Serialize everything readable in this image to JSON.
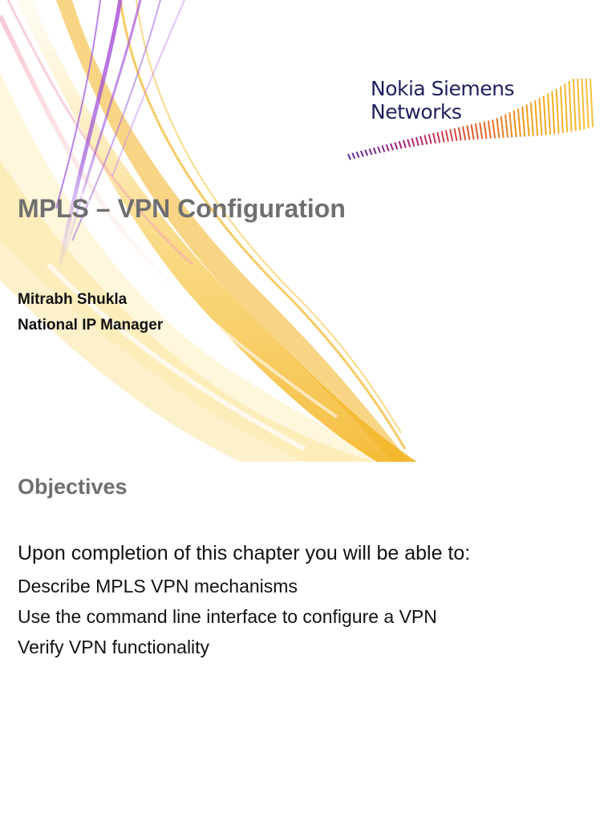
{
  "title_slide": {
    "logo": {
      "line1": "Nokia Siemens",
      "line2": "Networks"
    },
    "title": "MPLS – VPN Configuration",
    "presenter_name": "Mitrabh Shukla",
    "presenter_role": "National IP Manager"
  },
  "objectives_slide": {
    "heading": "Objectives",
    "intro": "Upon completion of this chapter you will be able to:",
    "items": [
      "Describe MPLS VPN mechanisms",
      "Use the command line interface to configure a VPN",
      "Verify VPN functionality"
    ]
  },
  "colors": {
    "title_gray": "#6f6f6f",
    "logo_navy": "#1f1f5e",
    "accent_yellow": "#f2b21c",
    "accent_purple": "#8a3fd1",
    "accent_magenta": "#c2187a"
  }
}
